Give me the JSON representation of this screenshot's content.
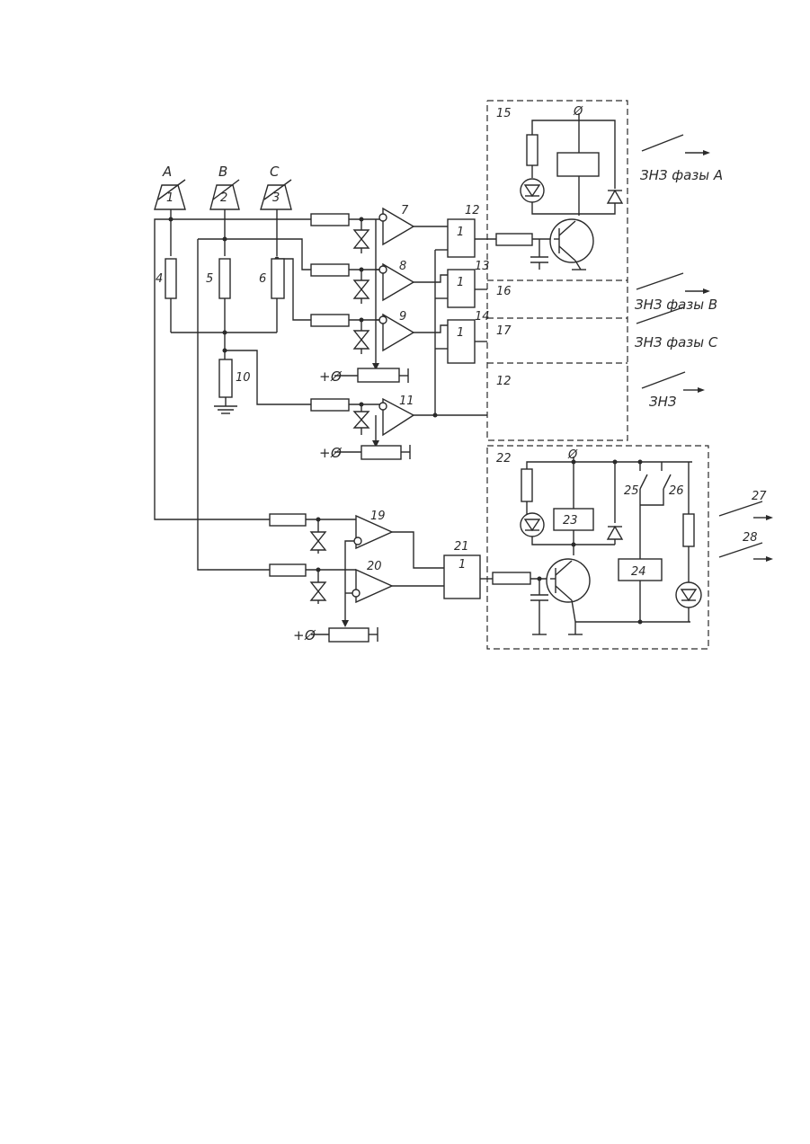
{
  "phase_labels": {
    "a": "A",
    "b": "B",
    "c": "C"
  },
  "sensor_numbers": {
    "s1": "1",
    "s2": "2",
    "s3": "3"
  },
  "block_numbers": {
    "n4": "4",
    "n5": "5",
    "n6": "6",
    "n7": "7",
    "n8": "8",
    "n9": "9",
    "n10": "10",
    "n11": "11",
    "n12a": "12",
    "n12b": "12",
    "n13": "13",
    "n14": "14",
    "n15": "15",
    "n16": "16",
    "n17": "17",
    "n19": "19",
    "n20": "20",
    "n21": "21",
    "n22": "22",
    "n23": "23",
    "n24": "24",
    "n25": "25",
    "n26": "26",
    "n27": "27",
    "n28": "28"
  },
  "gate_symbols": {
    "g1": "1",
    "g2": "1",
    "g3": "1",
    "g4": "1"
  },
  "supply": {
    "plus": "+",
    "zero": "Ø"
  },
  "outputs": {
    "phase_a": "ЗНЗ фазы А",
    "phase_b": "ЗНЗ фазы В",
    "phase_c": "ЗНЗ фазы С",
    "common": "ЗНЗ"
  }
}
